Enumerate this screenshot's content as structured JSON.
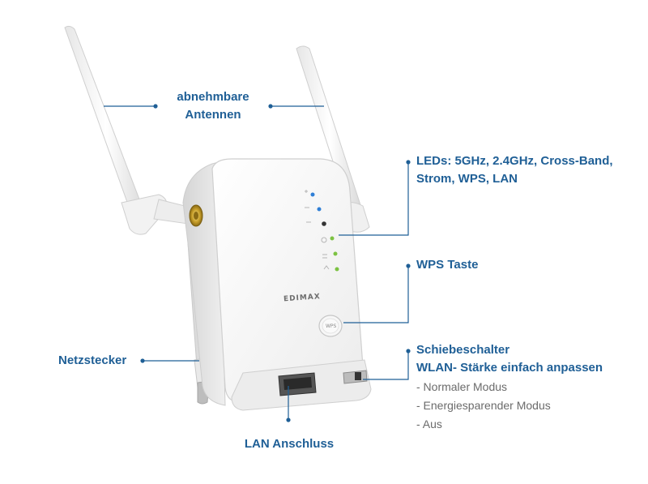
{
  "callouts": {
    "antennas": {
      "line1": "abnehmbare",
      "line2": "Antennen"
    },
    "leds": {
      "line1": "LEDs: 5GHz, 2.4GHz, Cross-Band,",
      "line2": "Strom, WPS, LAN"
    },
    "wps": {
      "label": "WPS Taste"
    },
    "plug": {
      "label": "Netzstecker"
    },
    "switch": {
      "line1": "Schiebeschalter",
      "line2": "WLAN- Stärke einfach anpassen",
      "modes": [
        "- Normaler Modus",
        "- Energiesparender Modus",
        "- Aus"
      ]
    },
    "lan": {
      "label": "LAN Anschluss"
    }
  },
  "device": {
    "brand": "EDIMAX",
    "wps_button": "WPS"
  },
  "colors": {
    "callout_text": "#1f5f96",
    "callout_line": "#1f5f96",
    "mode_text": "#6b6b6b",
    "led_blue": "#2f7fd6",
    "led_green": "#7cc242",
    "led_dark": "#333333"
  }
}
